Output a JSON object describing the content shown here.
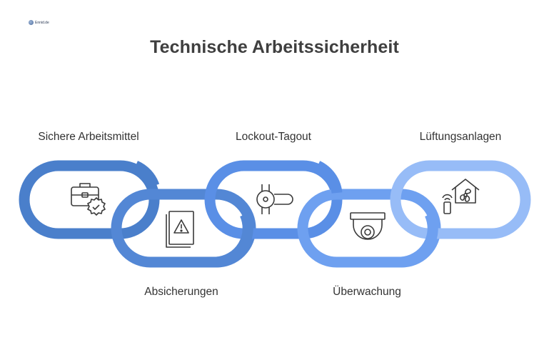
{
  "logo": {
    "text": "Ennid.de",
    "icon": "globe-logo-icon"
  },
  "title": "Technische Arbeitssicherheit",
  "links": [
    {
      "label": "Sichere Arbeitsmittel",
      "icon": "toolbox-checkmark-icon",
      "color": "#4a7fcb"
    },
    {
      "label": "Absicherungen",
      "icon": "warning-sign-icon",
      "color": "#5387d5"
    },
    {
      "label": "Lockout-Tagout",
      "icon": "lockout-valve-icon",
      "color": "#5a8fe6"
    },
    {
      "label": "Überwachung",
      "icon": "security-camera-icon",
      "color": "#6ea0f0"
    },
    {
      "label": "Lüftungsanlagen",
      "icon": "ventilation-house-icon",
      "color": "#97bcf7"
    }
  ],
  "colors": {
    "title": "#3f3f3f",
    "label": "#333333",
    "icon_stroke": "#3a3a3a"
  }
}
